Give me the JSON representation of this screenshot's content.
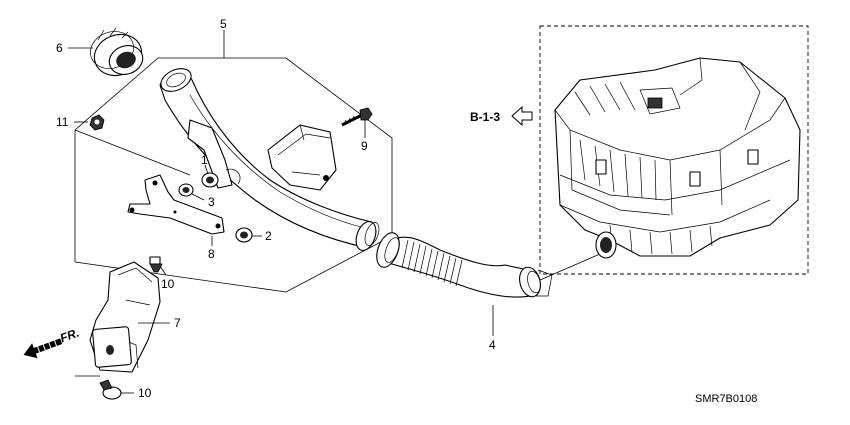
{
  "callouts": {
    "c1": "1",
    "c2": "2",
    "c3": "3",
    "c4": "4",
    "c5": "5",
    "c6": "6",
    "c7": "7",
    "c8": "8",
    "c9": "9",
    "c10a": "10",
    "c10b": "10",
    "c11": "11"
  },
  "reference": "B-1-3",
  "direction": "FR.",
  "diagram_code": "SMR7B0108"
}
